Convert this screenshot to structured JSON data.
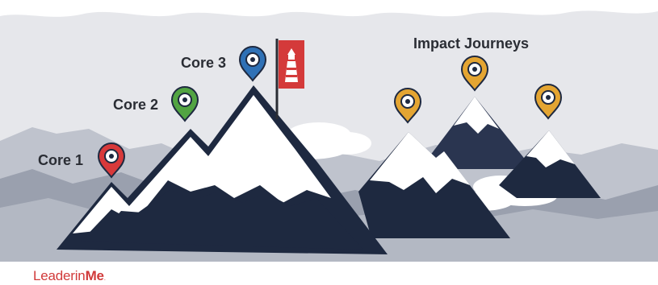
{
  "labels": {
    "core1": "Core 1",
    "core2": "Core 2",
    "core3": "Core 3",
    "impact": "Impact Journeys"
  },
  "brand": {
    "part1": "Leader",
    "part2": "in",
    "part3": "Me",
    "mark": "."
  },
  "colors": {
    "sky": "#e4e5e9",
    "mountain_dark": "#1e2940",
    "snow": "#ffffff",
    "pin_red": "#d8393a",
    "pin_green": "#52a442",
    "pin_blue": "#2f71b6",
    "pin_gold": "#e4a532",
    "flag_red": "#d43a3a",
    "text": "#2a2d34"
  },
  "icons": {
    "pins": [
      "map-pin-red-icon",
      "map-pin-green-icon",
      "map-pin-blue-icon",
      "map-pin-gold-icon"
    ],
    "flag": "lighthouse-flag-icon"
  }
}
